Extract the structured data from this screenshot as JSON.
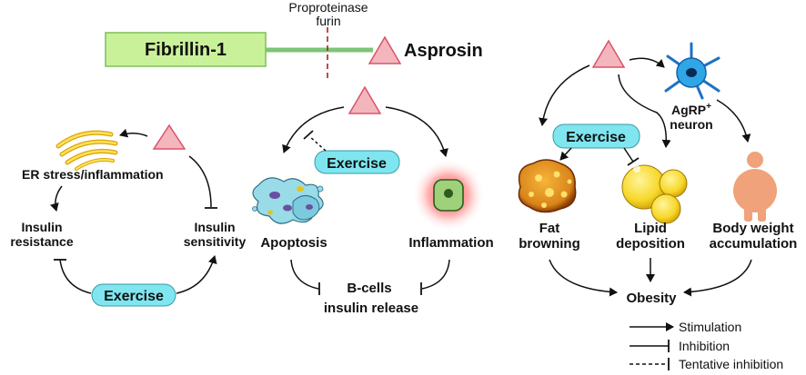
{
  "protein": {
    "name": "Fibrillin-1",
    "cleaver_line1": "Proproteinase",
    "cleaver_line2": "furin",
    "product": "Asprosin"
  },
  "left_panel": {
    "er_stress": "ER stress/inflammation",
    "insulin_resistance_line1": "Insulin",
    "insulin_resistance_line2": "resistance",
    "insulin_sensitivity_line1": "Insulin",
    "insulin_sensitivity_line2": "sensitivity",
    "exercise": "Exercise"
  },
  "middle_panel": {
    "exercise": "Exercise",
    "apoptosis": "Apoptosis",
    "inflammation": "Inflammation",
    "bcells_line1": "B-cells",
    "bcells_line2": "insulin release"
  },
  "right_panel": {
    "agrp_base": "AgRP",
    "agrp_sup": "+",
    "neuron": "neuron",
    "exercise": "Exercise",
    "fat_line1": "Fat",
    "fat_line2": "browning",
    "lipid_line1": "Lipid",
    "lipid_line2": "deposition",
    "body_line1": "Body weight",
    "body_line2": "accumulation",
    "obesity": "Obesity"
  },
  "legend": {
    "stimulation": "Stimulation",
    "inhibition": "Inhibition",
    "tentative": "Tentative inhibition"
  },
  "colors": {
    "asprosin_fill": "#f4b6bd",
    "asprosin_stroke": "#d9536a",
    "fibrillin_fill": "#c9f19a",
    "exercise_fill": "#7fe6f0",
    "link_green": "#7cc576",
    "furin_line": "#a11"
  }
}
